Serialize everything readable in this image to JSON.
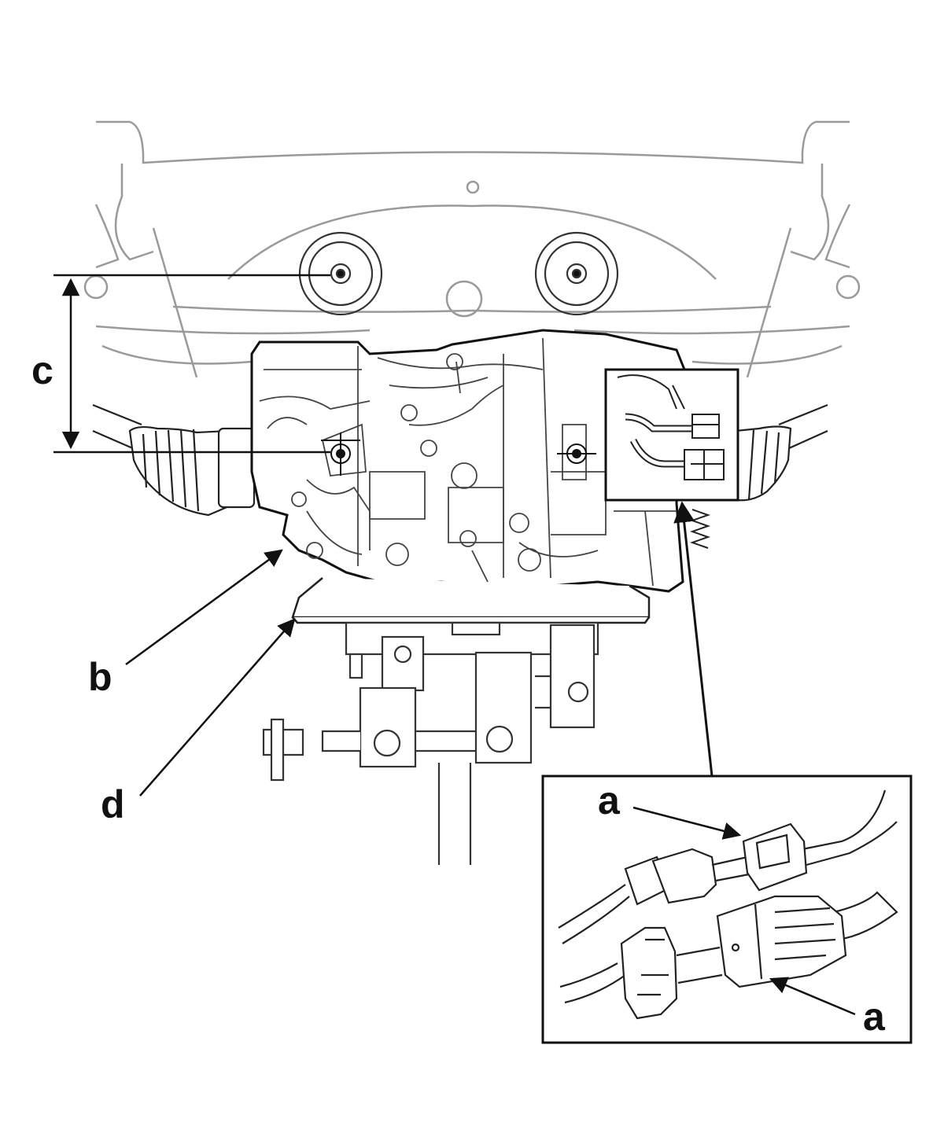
{
  "diagram": {
    "colors": {
      "line": "#222222",
      "ghost": "#9a9a9a",
      "paper": "#ffffff"
    },
    "labels": {
      "a_top": "a",
      "a_bottom": "a",
      "b": "b",
      "c": "c",
      "d": "d"
    }
  }
}
